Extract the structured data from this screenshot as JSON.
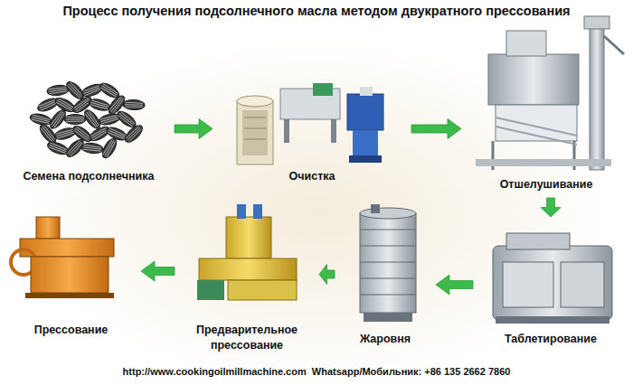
{
  "diagram": {
    "title": "Процесс получения подсолнечного масла методом двукратного прессования",
    "nodes": [
      {
        "text": [
          "Семена подсолнечника"
        ]
      },
      {
        "text": [
          "Очистка"
        ]
      },
      {
        "text": [
          "Отшелушивание"
        ]
      },
      {
        "text": [
          "Таблетирование"
        ]
      },
      {
        "text": [
          "Жаровня"
        ]
      },
      {
        "text": [
          "Предварительное прессование"
        ]
      },
      {
        "text": [
          "Прессование"
        ]
      }
    ],
    "edges": [
      {
        "from": 0,
        "to": 1,
        "arrow": "to"
      },
      {
        "from": 1,
        "to": 2,
        "arrow": "to"
      },
      {
        "from": 2,
        "to": 3,
        "arrow": "to"
      },
      {
        "from": 3,
        "to": 4,
        "arrow": "to"
      },
      {
        "from": 4,
        "to": 5,
        "arrow": "to"
      },
      {
        "from": 5,
        "to": 6,
        "arrow": "to"
      }
    ],
    "labels": [
      "http://www.cookingoilmillmachine.com  Whatsapp/Мобильник: +86 135 2662 7860"
    ]
  }
}
